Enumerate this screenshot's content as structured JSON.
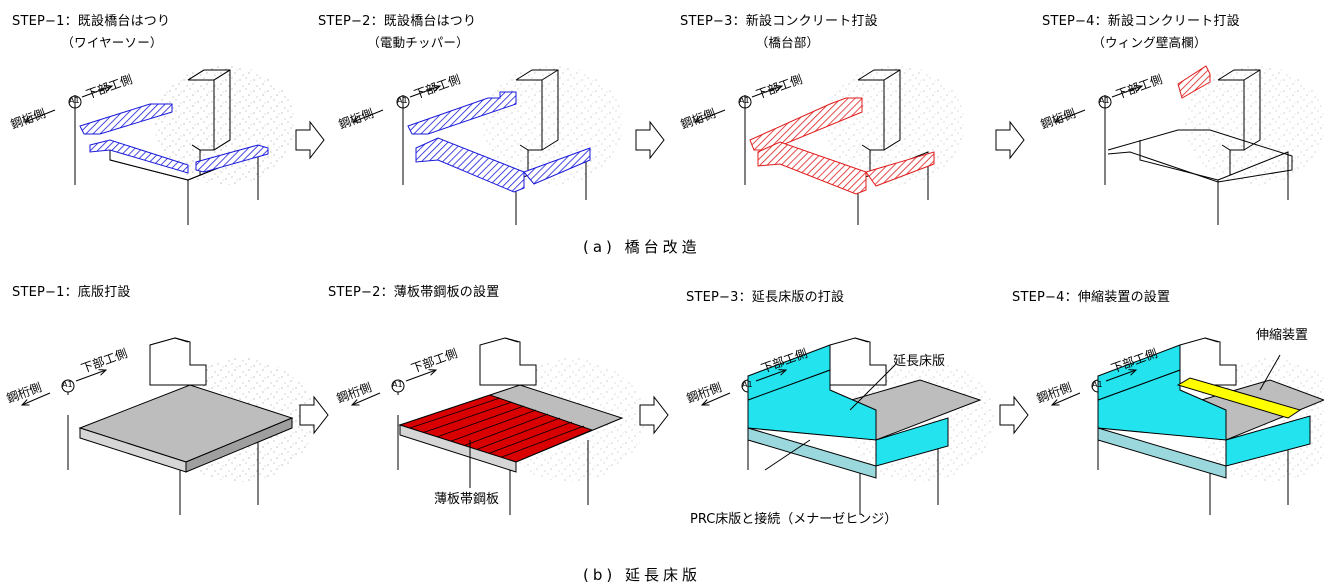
{
  "section_a": {
    "caption": "(a) 橋台改造",
    "steps": [
      {
        "title": "STEP−1：既設橋台はつり",
        "subtitle": "（ワイヤーソー）"
      },
      {
        "title": "STEP−2：既設橋台はつり",
        "subtitle": "（電動チッパー）"
      },
      {
        "title": "STEP−3：新設コンクリート打設",
        "subtitle": "（橋台部）"
      },
      {
        "title": "STEP−4：新設コンクリート打設",
        "subtitle": "（ウィング壁高欄）"
      }
    ]
  },
  "section_b": {
    "caption": "(b) 延長床版",
    "steps": [
      {
        "title": "STEP−1：底版打設"
      },
      {
        "title": "STEP−2：薄板帯鋼板の設置"
      },
      {
        "title": "STEP−3：延長床版の打設"
      },
      {
        "title": "STEP−4：伸縮装置の設置"
      }
    ],
    "callouts": {
      "thin_steel": "薄板帯鋼板",
      "ext_slab": "延長床版",
      "prc_joint": "PRC床版と接続（メナーゼヒンジ）",
      "expansion": "伸縮装置"
    }
  },
  "labels": {
    "girder_side": "鋼桁側",
    "substructure_side": "下部工側",
    "abutment_mark": "A1"
  },
  "colors": {
    "removal": "#1a1adb",
    "new_concrete": "#e01b1b",
    "base_slab": "#bdbdbd",
    "thin_steel": "#d80000",
    "ext_slab": "#22e3ee",
    "expansion": "#ffff00"
  }
}
